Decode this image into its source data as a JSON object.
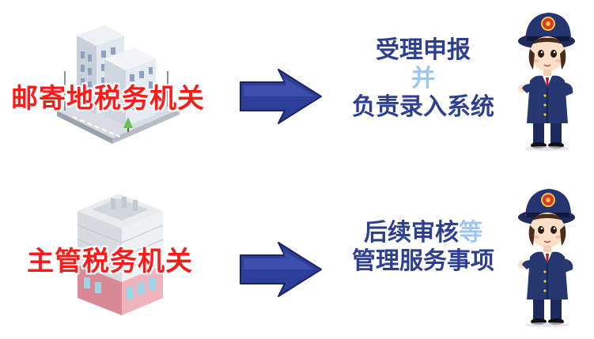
{
  "rows": [
    {
      "office": "邮寄地税务机关",
      "duties": {
        "line1": "受理申报",
        "connector": "并",
        "line2": "负责录入系统"
      }
    },
    {
      "office": "主管税务机关",
      "duties": {
        "line1_main": "后续审核",
        "line1_suffix": "等",
        "line2": "管理服务事项"
      }
    }
  ],
  "colors": {
    "office_label": "#ff1a1a",
    "duty_text": "#2e3f8f",
    "connector_text": "#9fc7ee",
    "arrow_fill": "#2c3e98"
  },
  "icons": [
    "office-building-icon",
    "arrow-right-icon",
    "tax-officer-icon",
    "tax-badge-icon"
  ]
}
